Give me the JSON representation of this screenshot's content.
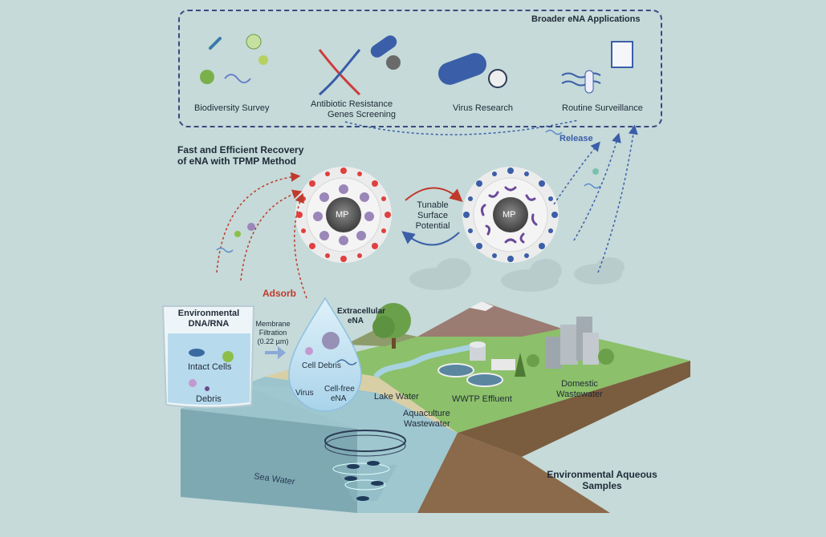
{
  "applications": {
    "title": "Broader eNA Applications",
    "items": [
      {
        "label": "Biodiversity Survey"
      },
      {
        "label_line1": "Antibiotic Resistance",
        "label_line2": "Genes Screening"
      },
      {
        "label": "Virus Research"
      },
      {
        "label": "Routine Surveillance"
      }
    ]
  },
  "method": {
    "title_line1": "Fast and Efficient Recovery",
    "title_line2": "of eNA with TPMP Method",
    "particle_label": "MP",
    "tunable_line1": "Tunable",
    "tunable_line2": "Surface",
    "tunable_line3": "Potential",
    "adsorb": "Adsorb",
    "release": "Release"
  },
  "beaker": {
    "title_line1": "Environmental",
    "title_line2": "DNA/RNA",
    "intact_cells": "Intact Cells",
    "debris": "Debris"
  },
  "filtration": {
    "line1": "Membrane",
    "line2": "Filtration",
    "line3": "(0.22 µm)"
  },
  "droplet": {
    "title_line1": "Extracellular",
    "title_line2": "eNA",
    "cell_debris": "Cell Debris",
    "virus": "Virus",
    "cellfree_line1": "Cell-free",
    "cellfree_line2": "eNA"
  },
  "landscape": {
    "lake_water": "Lake Water",
    "wwtp": "WWTP Effluent",
    "domestic_line1": "Domestic",
    "domestic_line2": "Wastewater",
    "aquaculture_line1": "Aquaculture",
    "aquaculture_line2": "Wastewater",
    "sea_water": "Sea Water",
    "samples_line1": "Environmental Aqueous",
    "samples_line2": "Samples"
  },
  "colors": {
    "background": "#c5dad9",
    "box_border": "#3a4a80",
    "adsorb_red": "#c0392b",
    "release_blue": "#3b5ea8",
    "grass": "#8cc06a",
    "water": "#9cc4cc",
    "soil": "#8a6a4a"
  }
}
